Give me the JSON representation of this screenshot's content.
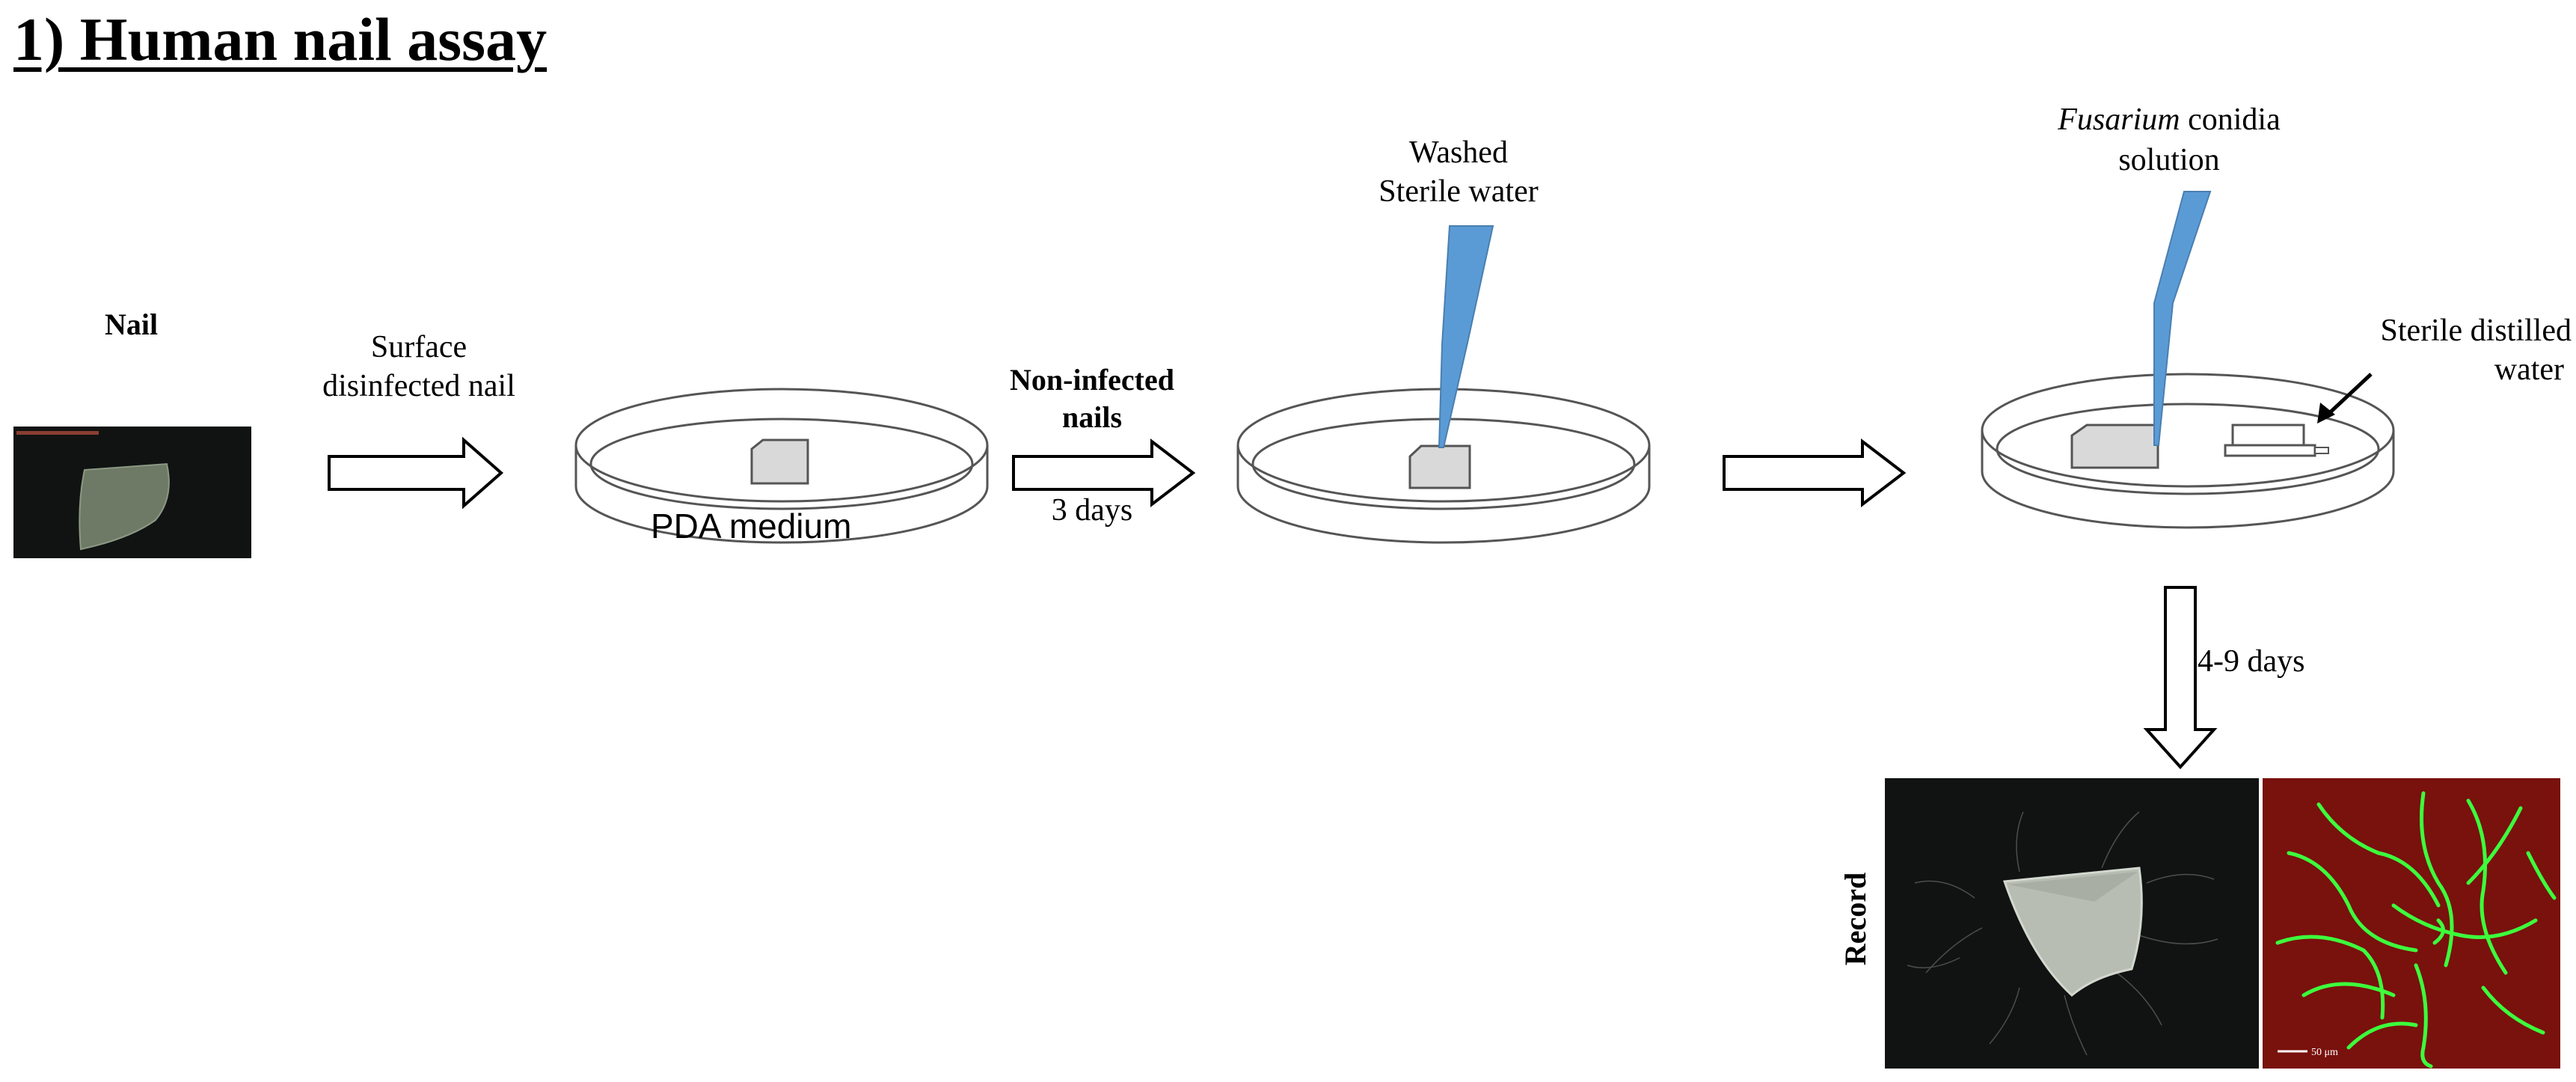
{
  "title": "1) Human nail assay",
  "labels": {
    "nail": "Nail",
    "surface_line1": "Surface",
    "surface_line2": "disinfected nail",
    "pda": "PDA medium",
    "noninfected_line1": "Non-infected",
    "noninfected_line2": "nails",
    "three_days": "3 days",
    "washed_line1": "Washed",
    "washed_line2": "Sterile  water",
    "fusarium_italic": "Fusarium",
    "fusarium_rest": " conidia",
    "fusarium_line2": "solution",
    "sterile_line1": "Sterile  distilled",
    "sterile_line2": "water",
    "four_nine_days": "4-9 days",
    "record": "Record",
    "scale_bar": "50 μm"
  },
  "colors": {
    "pipette": "#5b9bd5",
    "nail_piece": "#d9d9d9",
    "photo_dark": "#101312",
    "confocal_red": "#8a1410",
    "hyphae_green": "#3cff3c"
  }
}
